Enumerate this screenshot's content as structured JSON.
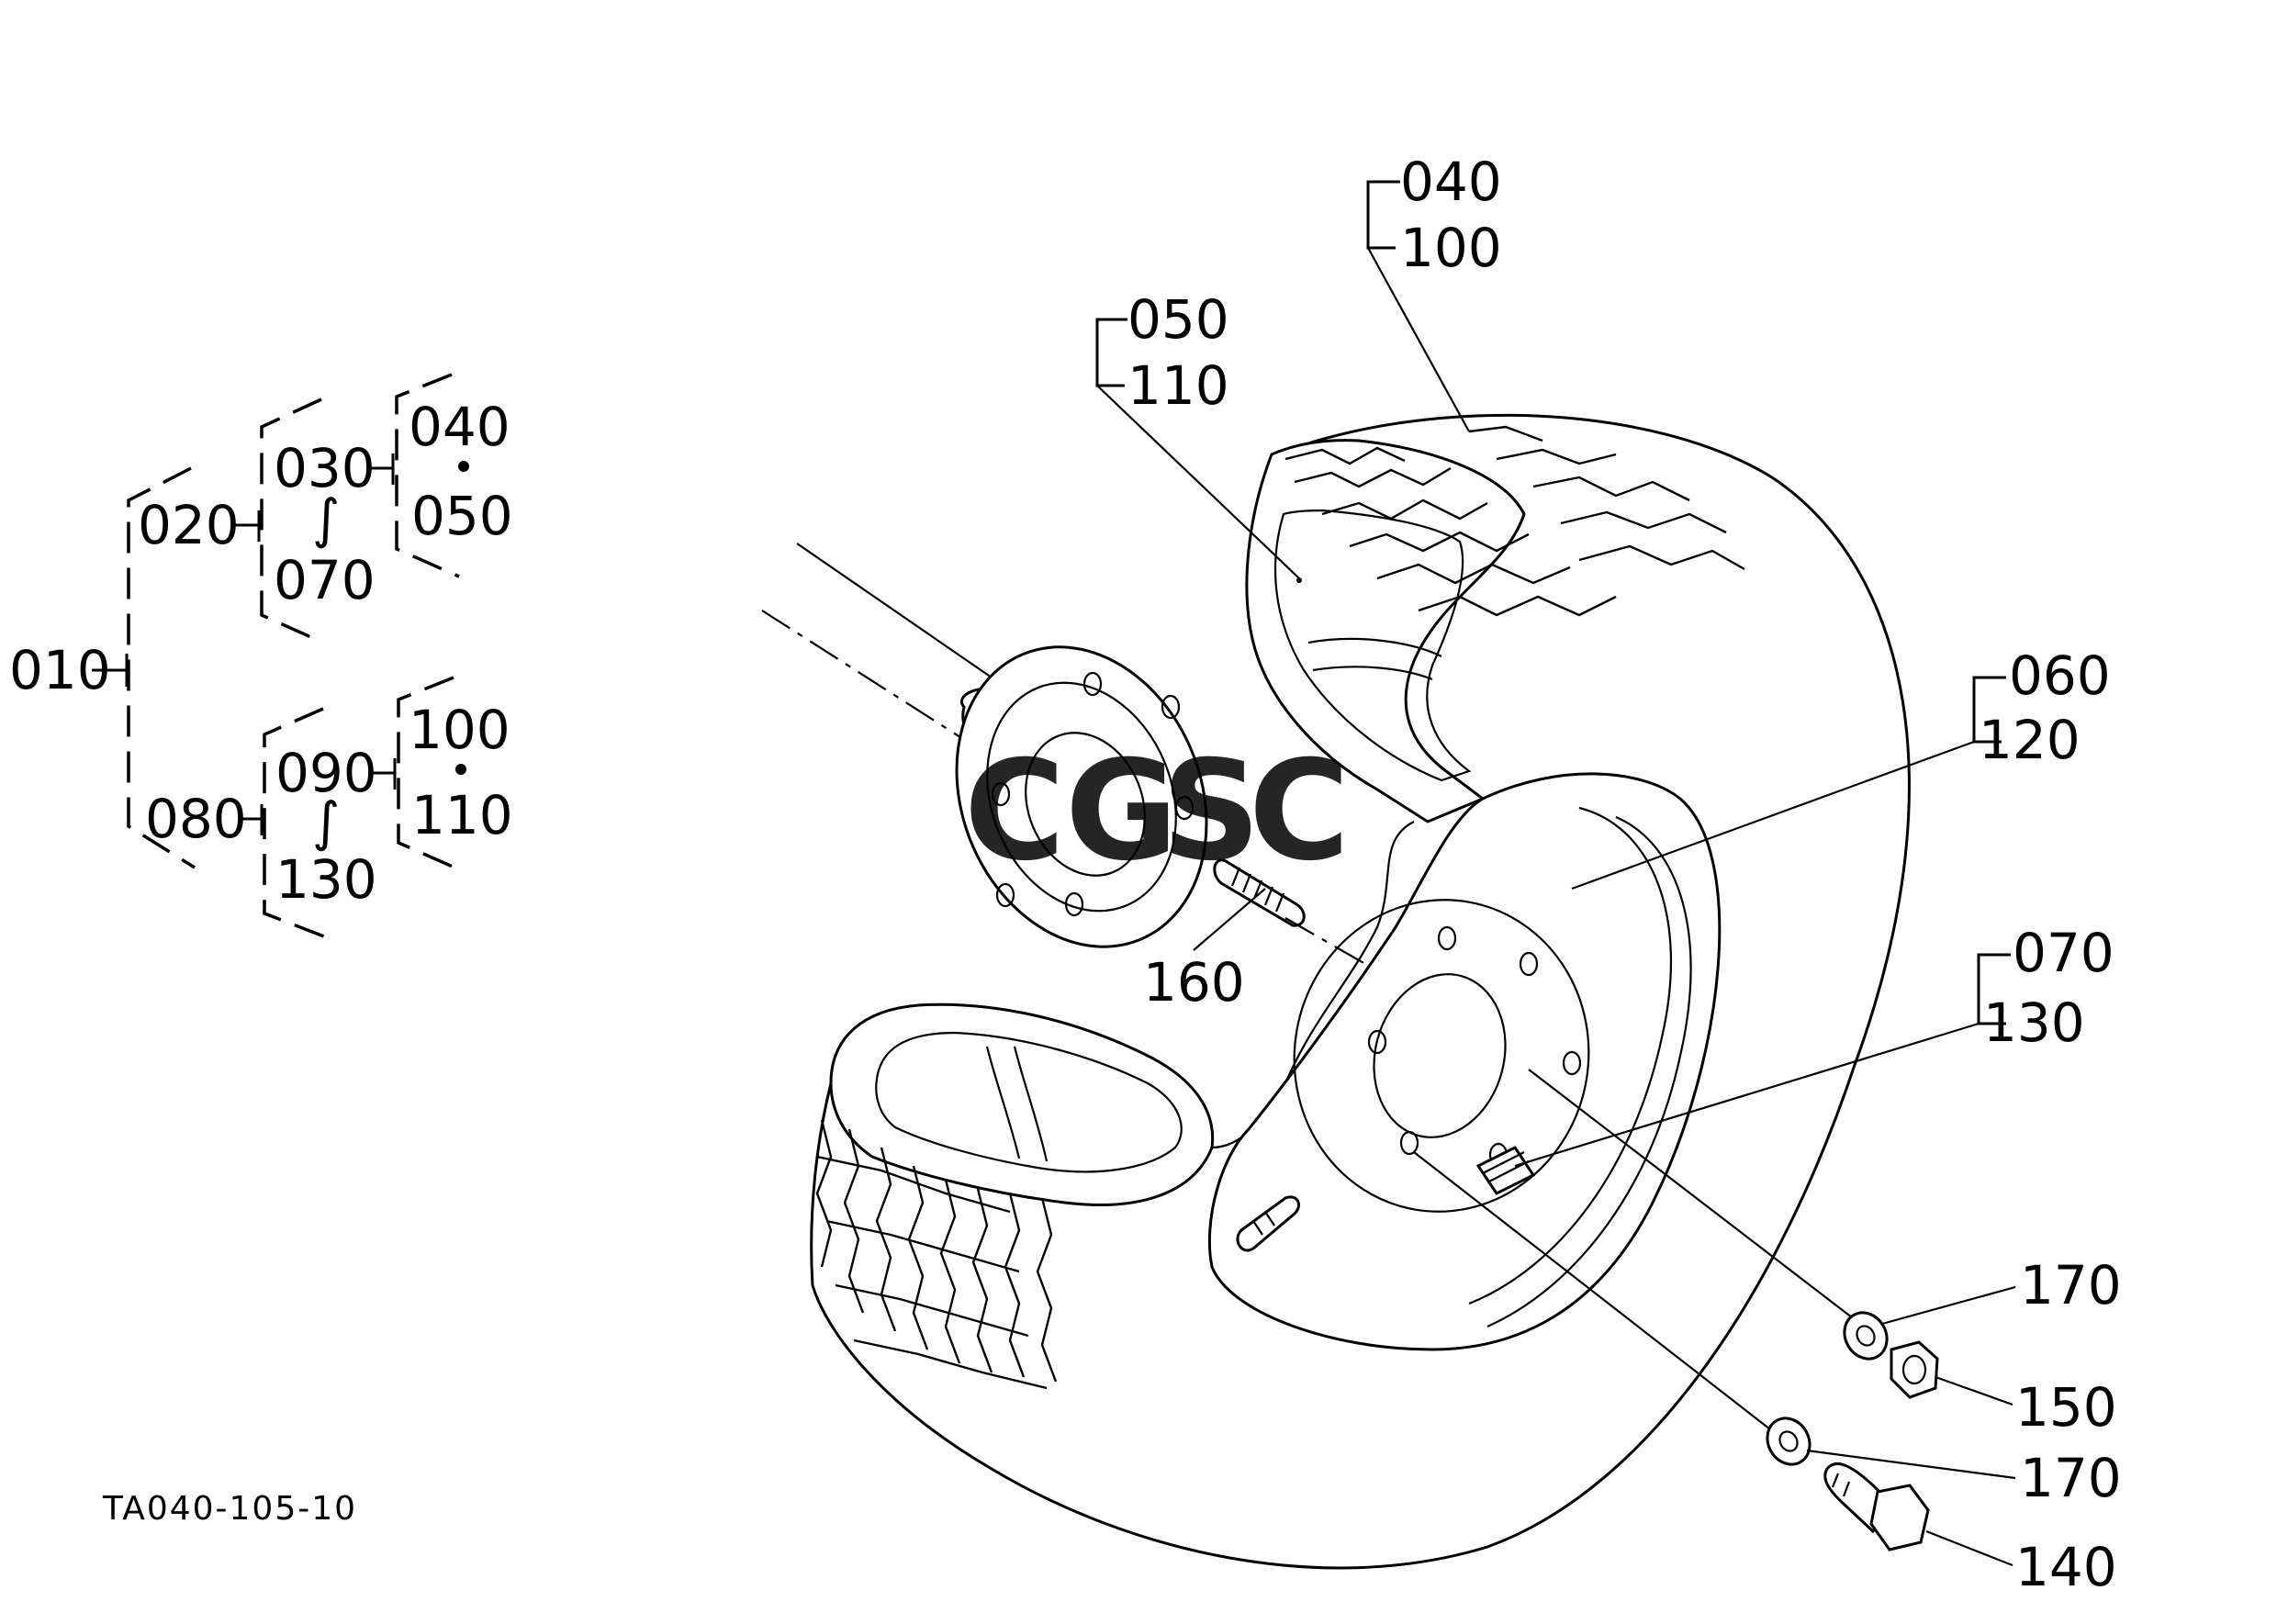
{
  "tree": {
    "root": "010",
    "n020": "020",
    "n030": "030",
    "tilde1": "∫",
    "n070a": "070",
    "n040a": "040",
    "n050a": "050",
    "n080": "080",
    "n090": "090",
    "tilde2": "∫",
    "n130a": "130",
    "n100a": "100",
    "n110a": "110"
  },
  "callouts": {
    "c040": "040",
    "c100": "100",
    "c050": "050",
    "c110": "110",
    "c060": "060",
    "c120": "120",
    "c070": "070",
    "c130": "130",
    "c160": "160",
    "c170a": "170",
    "c150": "150",
    "c170b": "170",
    "c140": "140"
  },
  "drawing_code": "TA040-105-10",
  "watermark": {
    "letters": [
      "C",
      "G",
      "S",
      "C"
    ],
    "colors": [
      "#4a86e8",
      "#ea6f6f",
      "#f4cf5a",
      "#5cb88a"
    ]
  }
}
